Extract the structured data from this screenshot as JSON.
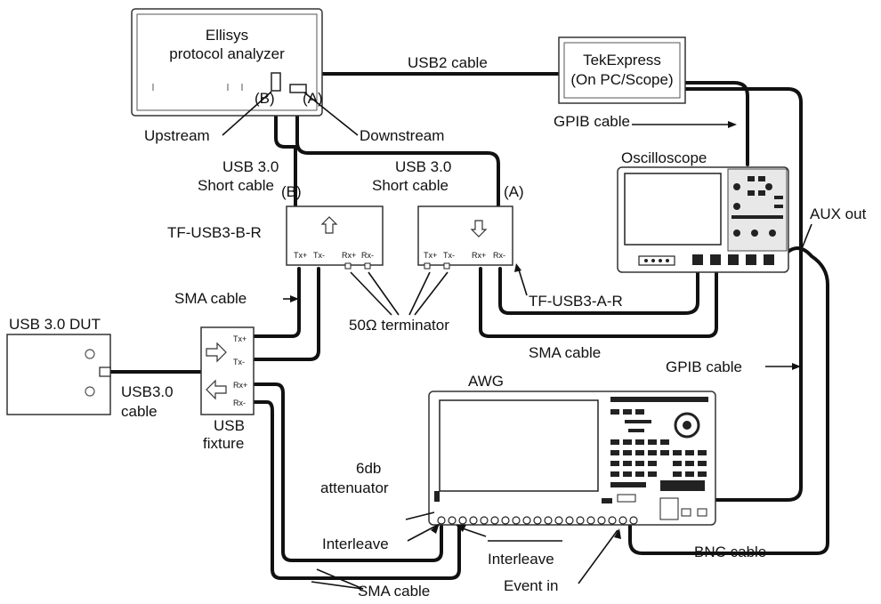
{
  "analyzer": {
    "line1": "Ellisys",
    "line2": "protocol analyzer"
  },
  "tekexpress": {
    "line1": "TekExpress",
    "line2": "(On PC/Scope)"
  },
  "labels": {
    "usb2_cable": "USB2 cable",
    "gpib_cable_top": "GPIB cable",
    "oscilloscope": "Oscilloscope",
    "upstream": "Upstream",
    "downstream": "Downstream",
    "port_b_top": "(B)",
    "port_a_top": "(A)",
    "usb30_short_left_1": "USB 3.0",
    "usb30_short_left_2": "Short cable",
    "usb30_short_right_1": "USB 3.0",
    "usb30_short_right_2": "Short cable",
    "b_mark": "(B)",
    "a_mark": "(A)",
    "aux_out": "AUX out",
    "tf_usb3_b_r": "TF-USB3-B-R",
    "tf_usb3_a_r": "TF-USB3-A-R",
    "sma_cable_left": "SMA cable",
    "terminator": "50Ω terminator",
    "sma_cable_mid": "SMA cable",
    "dut": "USB 3.0 DUT",
    "usb30_cable_1": "USB3.0",
    "usb30_cable_2": "cable",
    "fixture_1": "USB",
    "fixture_2": "fixture",
    "gpib_cable_mid": "GPIB cable",
    "awg": "AWG",
    "atten_1": "6db",
    "atten_2": "attenuator",
    "interleave": "Interleave",
    "interleave_bar": "Interleave",
    "bnc_cable": "BNC cable",
    "sma_cable_bottom": "SMA cable",
    "event_in": "Event in"
  },
  "pins": {
    "tx_plus": "Tx+",
    "tx_minus": "Tx-",
    "rx_plus": "Rx+",
    "rx_minus": "Rx-"
  }
}
